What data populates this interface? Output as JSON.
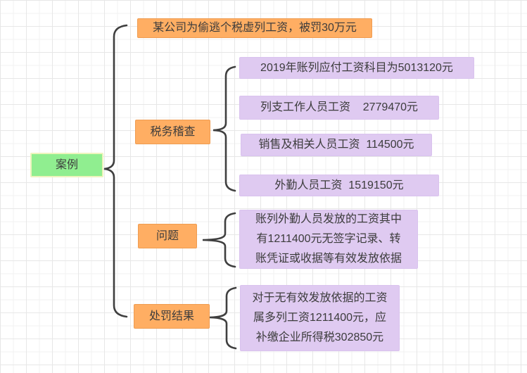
{
  "canvas": {
    "root_label": "案例",
    "case_note": "某公司为偷逃个税虚列工资，被罚30万元",
    "branches": [
      {
        "label": "税务稽查",
        "items": [
          "2019年账列应付工资科目为5013120元",
          "列支工作人员工资    2779470元",
          "销售及相关人员工资  114500元",
          "外勤人员工资  1519150元"
        ]
      },
      {
        "label": "问题",
        "items": [
          "账列外勤人员发放的工资其中\n有1211400元无签字记录、转\n账凭证或收据等有效发放依据"
        ]
      },
      {
        "label": "处罚结果",
        "items": [
          "对于无有效发放依据的工资\n属多列工资1211400元，应\n补缴企业所得税302850元"
        ]
      }
    ],
    "colors": {
      "root_fill": "#90ee90",
      "root_border": "#eef4bd",
      "branch_fill": "#ffae63",
      "branch_border": "#ef9c51",
      "leaf_fill": "#dfcaf1",
      "leaf_border": "#d9c2ee",
      "connector": "#3f3f3f",
      "text": "#3c3c3c",
      "grid_major": "#e7e7e7",
      "grid_minor": "#f2f2f2"
    }
  }
}
